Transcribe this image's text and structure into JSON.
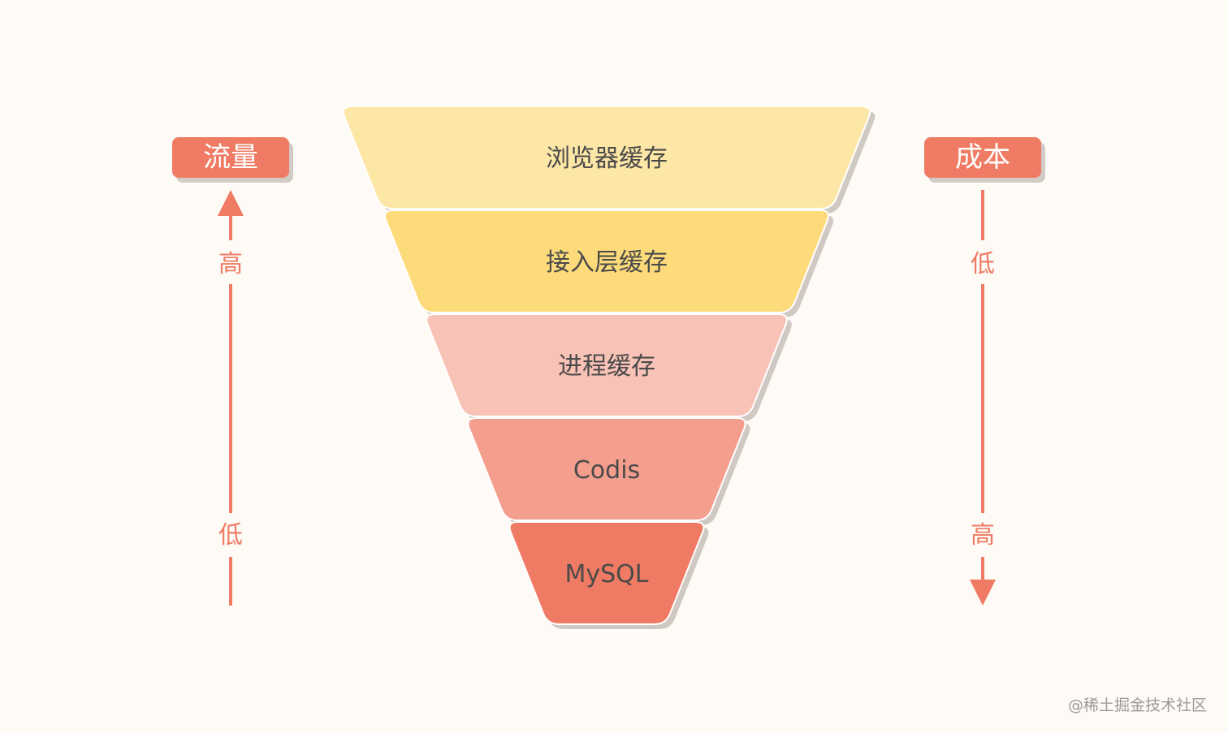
{
  "funnel": {
    "layers": [
      {
        "label": "浏览器缓存",
        "color": "#fde7a6"
      },
      {
        "label": "接入层缓存",
        "color": "#fddb7a"
      },
      {
        "label": "进程缓存",
        "color": "#f8c2b6"
      },
      {
        "label": "Codis",
        "color": "#f49e8e"
      },
      {
        "label": "MySQL",
        "color": "#ef7b64"
      }
    ],
    "shadow_color": "#cfc8c3"
  },
  "left_axis": {
    "title": "流量",
    "top_label": "高",
    "bottom_label": "低",
    "color": "#ef7b64"
  },
  "right_axis": {
    "title": "成本",
    "top_label": "低",
    "bottom_label": "高",
    "color": "#ef7b64"
  },
  "watermark": "@稀土掘金技术社区"
}
